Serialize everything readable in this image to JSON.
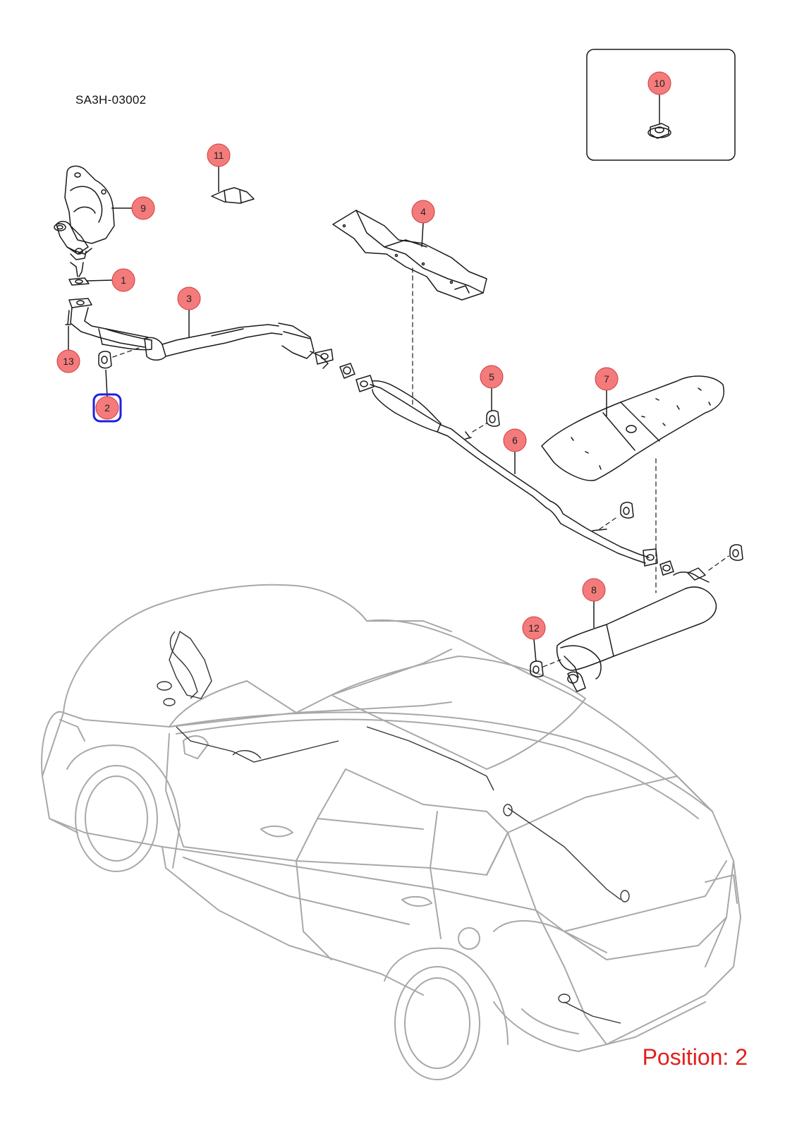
{
  "diagram_code": "SA3H-03002",
  "position_label": "Position: 2",
  "selected_callout": "2",
  "colors": {
    "callout_fill": "#f47b7b",
    "callout_stroke": "#d23a3a",
    "selection_outline": "#1f1fe0",
    "part_line": "#1a1a1a",
    "vehicle_line": "#a8a8a8",
    "position_text": "#e0201b"
  },
  "callouts": [
    {
      "label": "1"
    },
    {
      "label": "2"
    },
    {
      "label": "3"
    },
    {
      "label": "4"
    },
    {
      "label": "5"
    },
    {
      "label": "6"
    },
    {
      "label": "7"
    },
    {
      "label": "8"
    },
    {
      "label": "9"
    },
    {
      "label": "10"
    },
    {
      "label": "11"
    },
    {
      "label": "12"
    },
    {
      "label": "13"
    }
  ]
}
